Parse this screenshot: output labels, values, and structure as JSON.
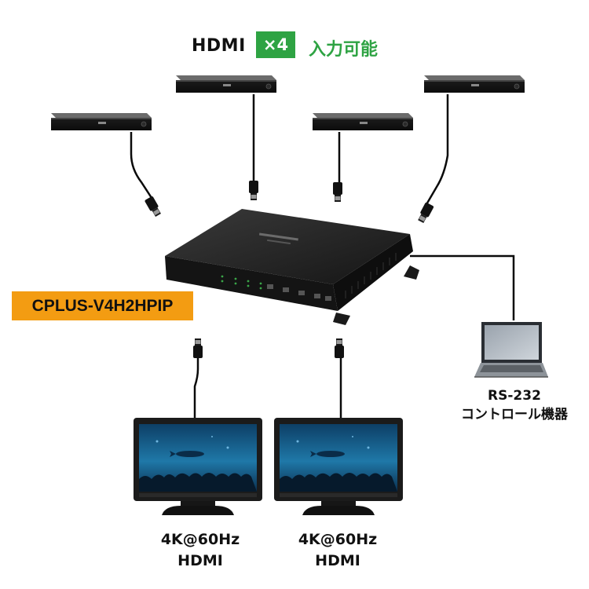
{
  "heading": {
    "hdmi": "HDMI",
    "count_badge": "×4",
    "input_text": "入力可能"
  },
  "product": {
    "model": "CPLUS-V4H2HPIP"
  },
  "outputs": [
    {
      "line1": "4K@60Hz",
      "line2": "HDMI"
    },
    {
      "line1": "4K@60Hz",
      "line2": "HDMI"
    }
  ],
  "control": {
    "line1": "RS-232",
    "line2": "コントロール機器"
  },
  "colors": {
    "accent_green": "#2ea343",
    "label_orange": "#f39c12",
    "device_black": "#1a1a1a",
    "screen_blue": "#1e6b9c"
  },
  "icons": [
    "set-top-box-icon",
    "hdmi-plug-icon",
    "matrix-switcher-icon",
    "laptop-icon",
    "monitor-icon"
  ]
}
